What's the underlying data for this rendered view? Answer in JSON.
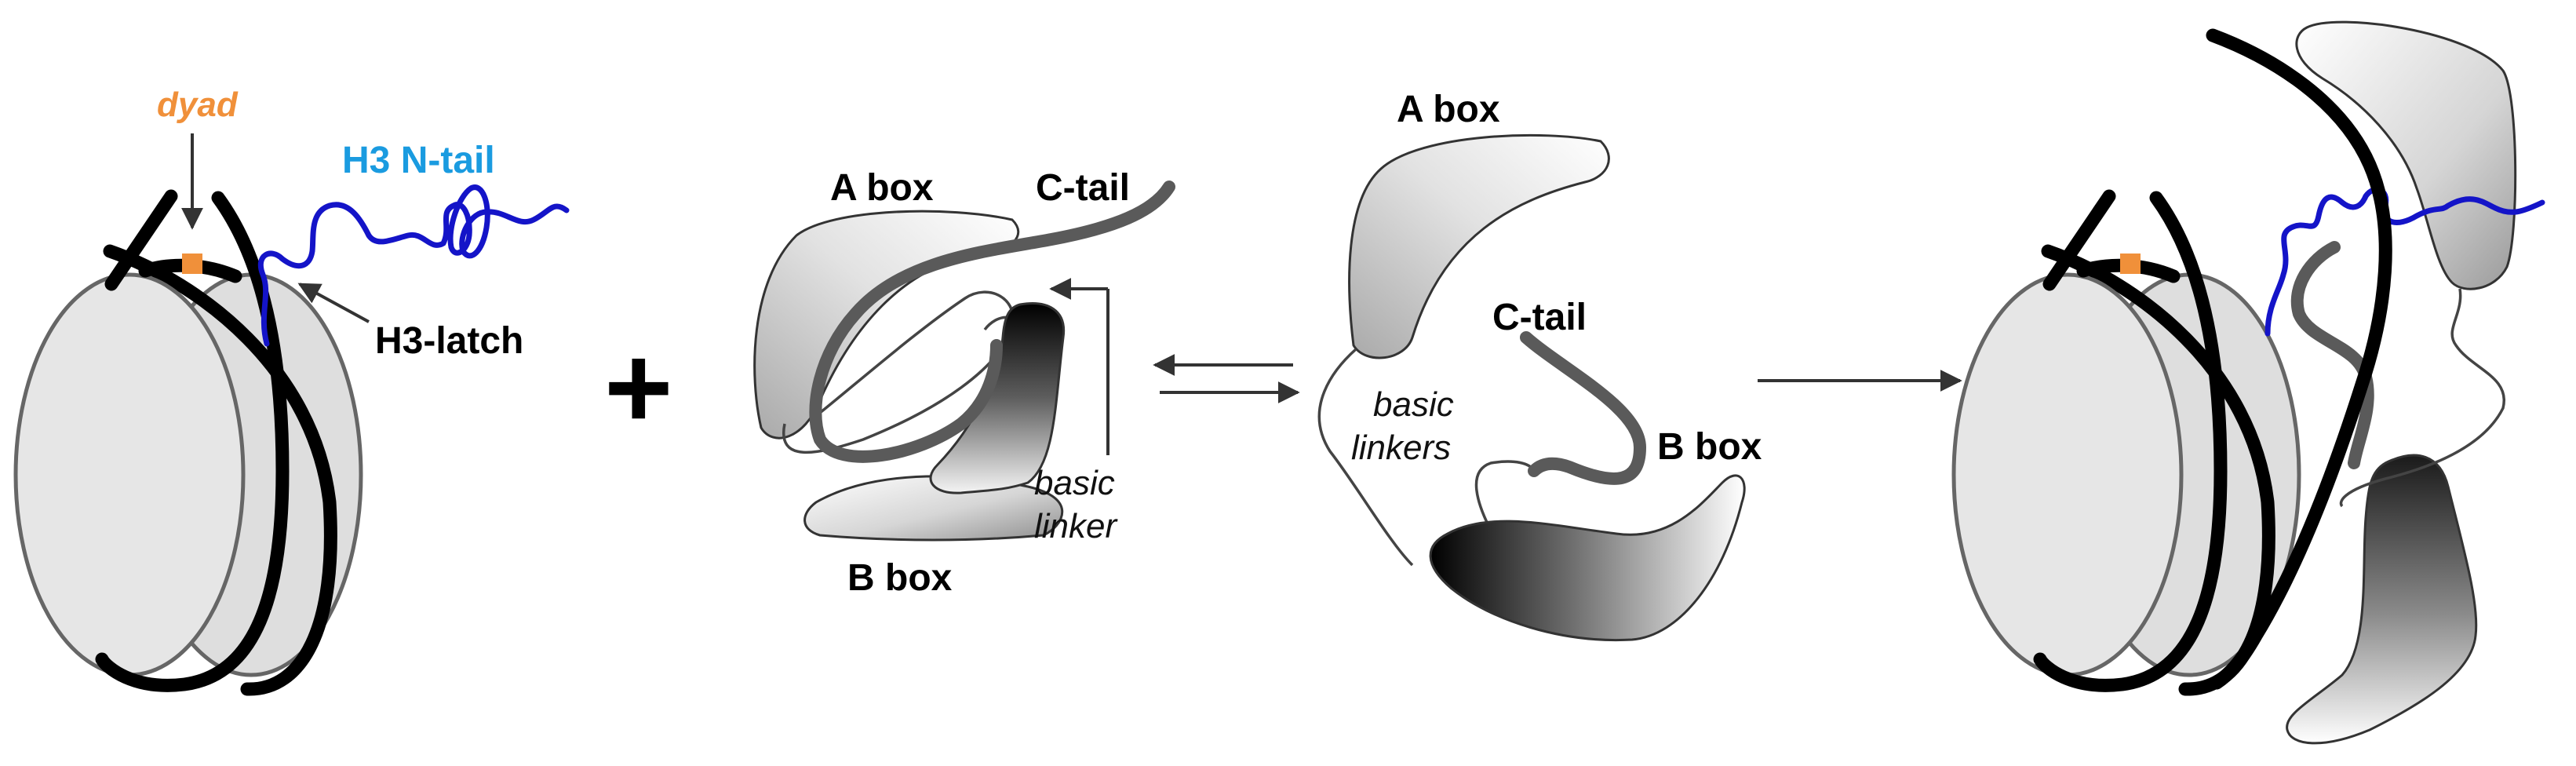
{
  "labels": {
    "dyad": "dyad",
    "h3_ntail": "H3 N-tail",
    "h3_latch": "H3-latch",
    "plus": "+",
    "a_box": "A box",
    "b_box": "B box",
    "c_tail": "C-tail",
    "basic": "basic",
    "linker": "linker",
    "linkers": "linkers"
  },
  "colors": {
    "dna": "#000000",
    "histone_tail": "#1414c8",
    "h3_ntail_label": "#1a9be0",
    "dyad_marker": "#f0903a",
    "c_tail": "#5a5a5a"
  }
}
